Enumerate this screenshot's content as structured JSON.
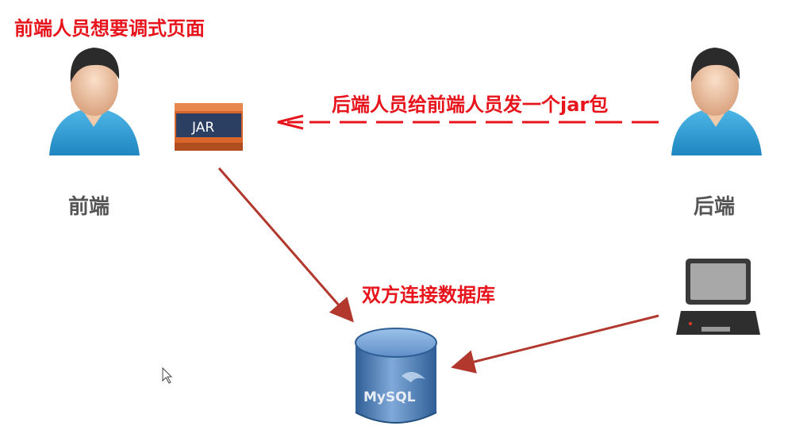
{
  "title": "前端人员想要调式页面",
  "frontend_label": "前端",
  "backend_label": "后端",
  "jar_message": "后端人员给前端人员发一个jar包",
  "db_message": "双方连接数据库",
  "jar_icon_text": "JAR",
  "db_icon_text": "MySQL",
  "colors": {
    "accent_red": "#e8141c",
    "arrow_dark_red": "#b2372c",
    "shirt_blue": "#2a9fd6",
    "db_blue": "#3f6ea8",
    "jar_orange": "#d9652a",
    "jar_navy": "#2b3f63"
  },
  "icons": [
    "frontend-person-icon",
    "backend-person-icon",
    "jar-icon",
    "mysql-database-icon",
    "laptop-icon",
    "mouse-cursor-icon"
  ]
}
